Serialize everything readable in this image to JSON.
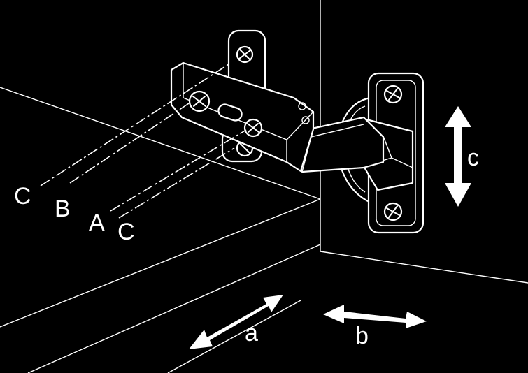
{
  "labels": {
    "c_left": "C",
    "b": "B",
    "a_upper": "A",
    "c_bottom": "C",
    "c_right": "c",
    "a_lower": "a",
    "b_lower": "b"
  }
}
